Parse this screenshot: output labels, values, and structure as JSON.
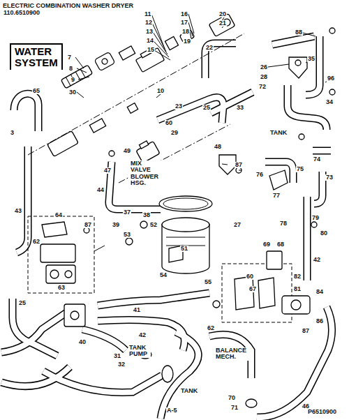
{
  "diagram": {
    "title": "ELECTRIC COMBINATION WASHER DRYER",
    "nodes": [
      {
        "text": [
          "WATER SYSTEM"
        ]
      }
    ],
    "edges": [],
    "labels": [
      "110.6510900",
      "MIX VALVE BLOWER HSG.",
      "TANK",
      "TANK PUMP",
      "TANK",
      "BALANCE MECH.",
      "A-5",
      "P6510900",
      "11",
      "12",
      "13",
      "14",
      "15",
      "16",
      "17",
      "18",
      "19",
      "20",
      "21",
      "7",
      "8",
      "9",
      "30",
      "10",
      "22",
      "88",
      "35",
      "96",
      "26",
      "28",
      "72",
      "34",
      "33",
      "23",
      "25",
      "60",
      "29",
      "65",
      "3",
      "43",
      "49",
      "47",
      "48",
      "87",
      "44",
      "37",
      "38",
      "39",
      "53",
      "52",
      "51",
      "54",
      "55",
      "87",
      "64",
      "62",
      "63",
      "27",
      "69",
      "68",
      "60",
      "67",
      "82",
      "81",
      "74",
      "75",
      "73",
      "76",
      "77",
      "78",
      "79",
      "80",
      "42",
      "84",
      "86",
      "87",
      "25",
      "41",
      "40",
      "42",
      "31",
      "32",
      "62",
      "70",
      "71",
      "46"
    ]
  }
}
